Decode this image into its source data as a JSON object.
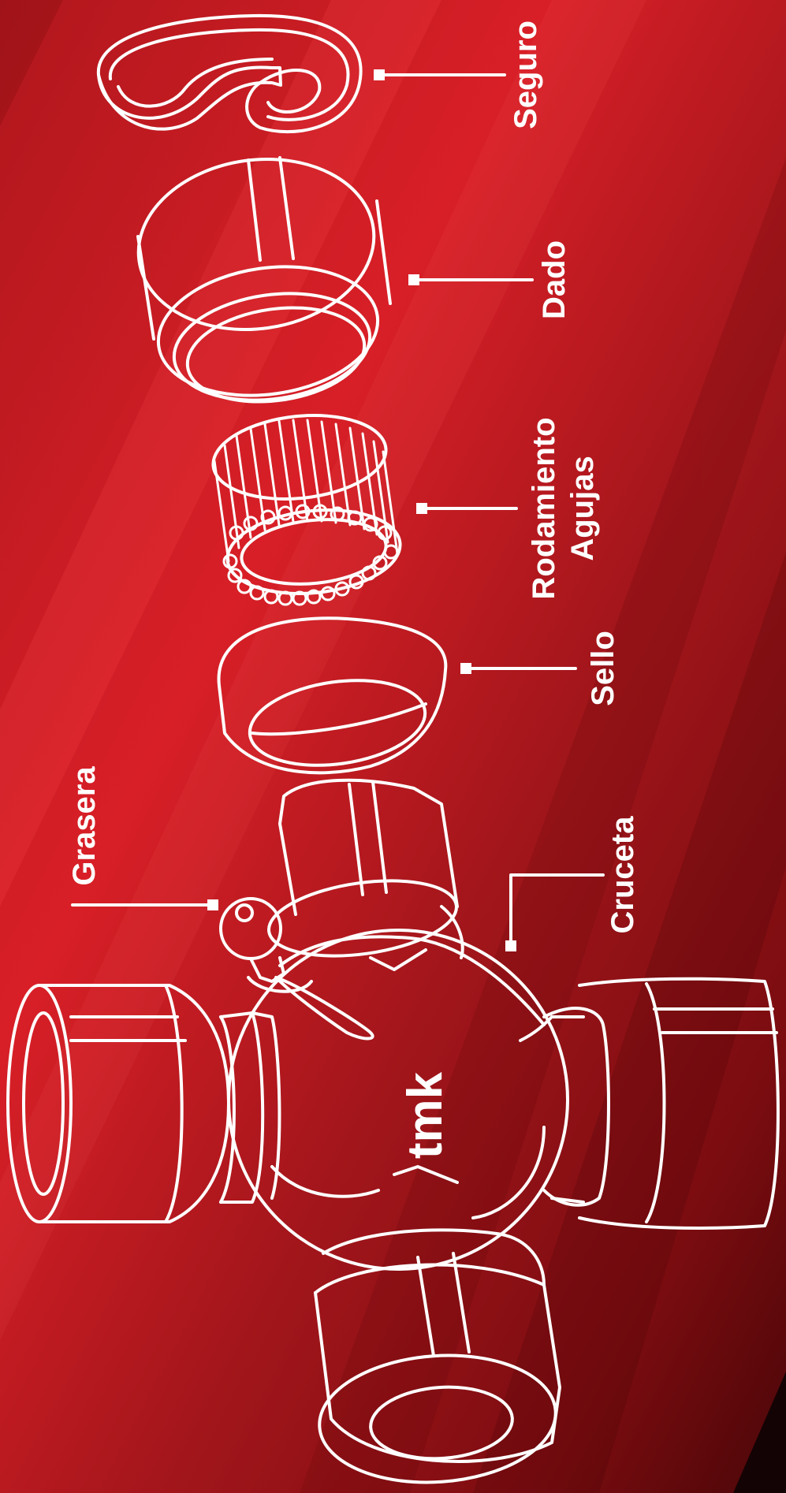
{
  "colors": {
    "background_light": "#d81f27",
    "background_dark": "#6a0a0d",
    "corner_black": "#140304",
    "line": "#ffffff"
  },
  "brand": {
    "logo_text": "tmk"
  },
  "parts": {
    "seguro": "Seguro",
    "dado": "Dado",
    "rodamiento_line1": "Rodamiento",
    "rodamiento_line2": "Agujas",
    "sello": "Sello",
    "grasera": "Grasera",
    "cruceta": "Cruceta"
  }
}
